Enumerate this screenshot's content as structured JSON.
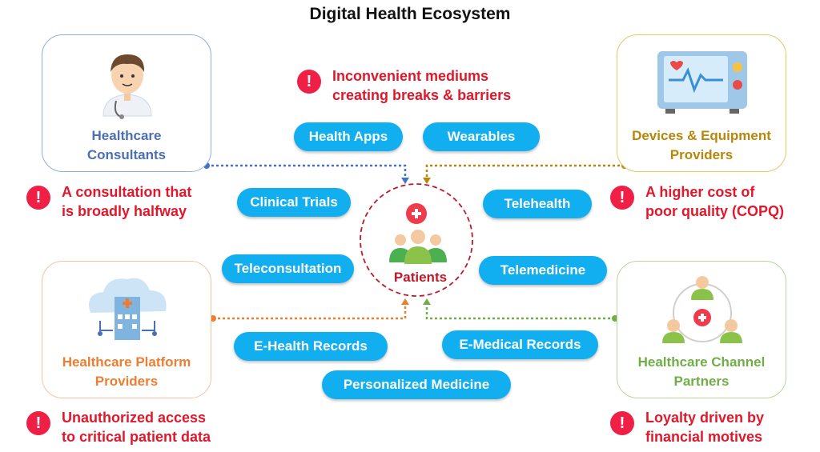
{
  "title": "Digital Health Ecosystem",
  "center": {
    "label": "Patients"
  },
  "cards": {
    "consultants": {
      "line1": "Healthcare",
      "line2": "Consultants",
      "color": "#4a6fb5",
      "border": "#8faedc"
    },
    "devices": {
      "line1": "Devices & Equipment",
      "line2": "Providers",
      "color": "#b8860b",
      "border": "#e8c860"
    },
    "platform": {
      "line1": "Healthcare Platform",
      "line2": "Providers",
      "color": "#ed7d31",
      "border": "#f3c3a0"
    },
    "channel": {
      "line1": "Healthcare Channel",
      "line2": "Partners",
      "color": "#70ad47",
      "border": "#b5d79c"
    }
  },
  "pills": {
    "health_apps": "Health Apps",
    "wearables": "Wearables",
    "clinical_trials": "Clinical Trials",
    "telehealth": "Telehealth",
    "teleconsultation": "Teleconsultation",
    "telemedicine": "Telemedicine",
    "e_health_records": "E-Health Records",
    "e_medical_records": "E-Medical Records",
    "personalized_medicine": "Personalized Medicine"
  },
  "warnings": {
    "top": {
      "line1": "Inconvenient mediums",
      "line2": "creating breaks & barriers"
    },
    "consultants": {
      "line1": "A consultation that",
      "line2": "is broadly halfway"
    },
    "devices": {
      "line1": "A higher cost of",
      "line2": "poor quality (COPQ)"
    },
    "platform": {
      "line1": "Unauthorized access",
      "line2": "to critical patient data"
    },
    "channel": {
      "line1": "Loyalty driven by",
      "line2": "financial motives"
    },
    "icon": "!"
  },
  "colors": {
    "pill": "#11aef0",
    "warning": "#e0182b",
    "connector_consultants": "#4472c4",
    "connector_devices": "#b8860b",
    "connector_platform": "#ed7d31",
    "connector_channel": "#70ad47",
    "center_ring": "#c0182b"
  }
}
